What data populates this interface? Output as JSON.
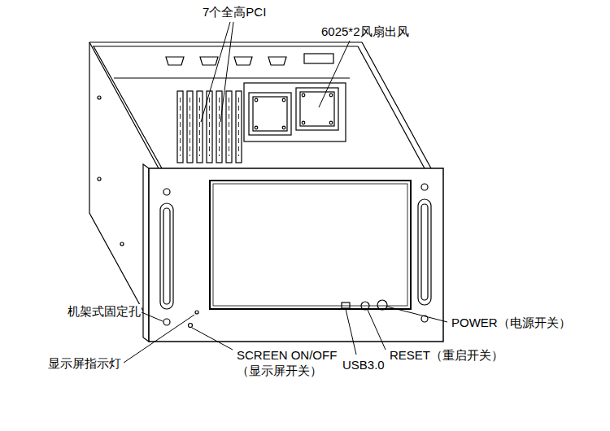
{
  "diagram": {
    "labels": [
      "7个全高PCI",
      "6025*2风扇出风",
      "机架式固定孔",
      "POWER（电源开关）",
      "RESET（重启开关）",
      "显示屏指示灯",
      "SCREEN ON/OFF （显示屏开关）",
      "USB3.0"
    ]
  }
}
